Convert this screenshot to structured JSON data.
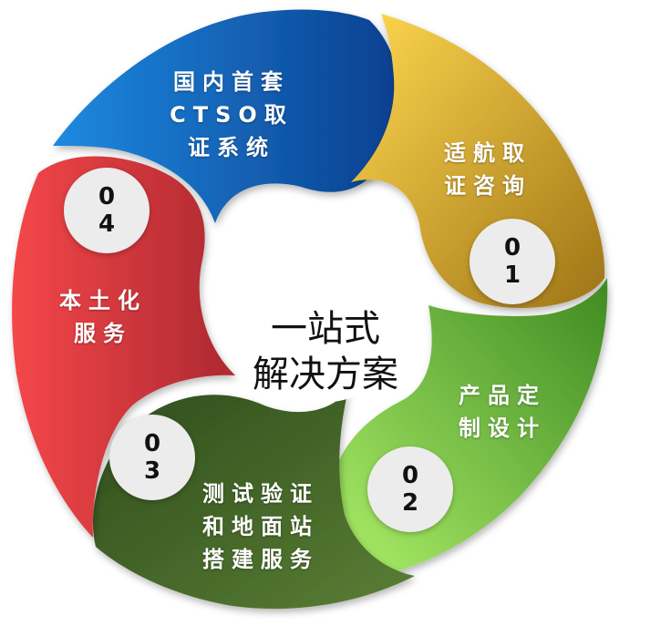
{
  "center": {
    "line1": "一站式",
    "line2": "解决方案"
  },
  "colors": {
    "seg01": "#d9a533",
    "seg02": "#7cc043",
    "seg03": "#3a5e26",
    "seg04": "#d63a3d",
    "top": "#1f6fc5"
  },
  "segments": [
    {
      "id": "01",
      "label_lines": [
        "适航取",
        "证咨询"
      ],
      "number_digits": [
        "0",
        "1"
      ]
    },
    {
      "id": "02",
      "label_lines": [
        "产品定",
        "制设计"
      ],
      "number_digits": [
        "0",
        "2"
      ]
    },
    {
      "id": "03",
      "label_lines": [
        "测试验证",
        "和地面站",
        "搭建服务"
      ],
      "number_digits": [
        "0",
        "3"
      ]
    },
    {
      "id": "04",
      "label_lines": [
        "本土化",
        "服务"
      ],
      "number_digits": [
        "0",
        "4"
      ]
    },
    {
      "id": "top",
      "label_lines": [
        "国内首套",
        "CTSO取",
        "证系统"
      ]
    }
  ]
}
